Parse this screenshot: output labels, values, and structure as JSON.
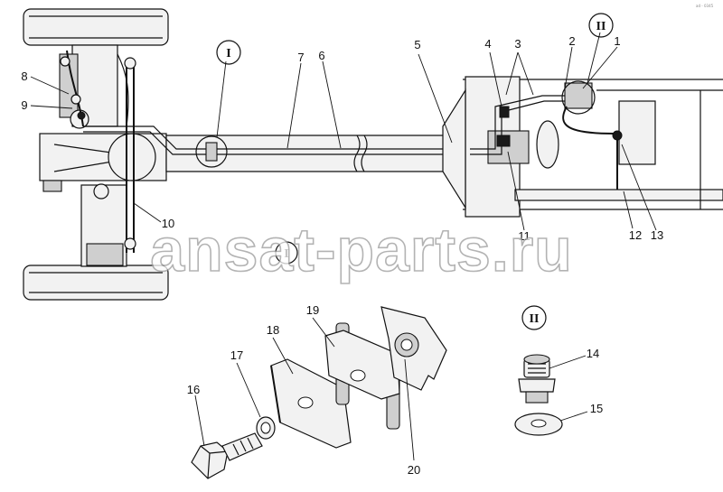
{
  "diagram": {
    "callouts": [
      "1",
      "2",
      "3",
      "4",
      "5",
      "6",
      "7",
      "8",
      "9",
      "10",
      "11",
      "12",
      "13",
      "14",
      "15",
      "16",
      "17",
      "18",
      "19",
      "20"
    ],
    "view_markers": {
      "i_top": "I",
      "ii_top": "II",
      "i_detail": "I",
      "ii_detail": "II"
    },
    "corner_code": "ad - 0345",
    "watermark": "ansat-parts.ru"
  },
  "colors": {
    "line": "#111111",
    "fill_light": "#f2f2f2",
    "fill_mid": "#cfcfcf",
    "fill_dark": "#1a1a1a",
    "watermark_stroke": "#9a9a9a"
  }
}
